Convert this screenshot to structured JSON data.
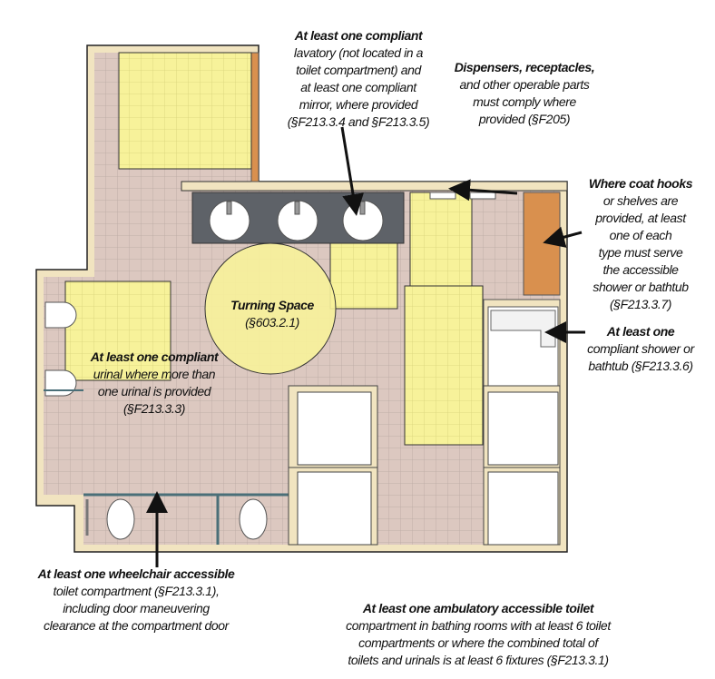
{
  "colors": {
    "wall": "#f1e4c0",
    "floor": "#dcc8c0",
    "clear_floor": "#f7f29a",
    "granite": "#5e6268",
    "wood": "#d9904e"
  },
  "labels": {
    "lavatory": {
      "title": "At least one compliant",
      "lines": [
        "lavatory (not located in a",
        "toilet compartment) and",
        "at least one compliant",
        "mirror, where provided",
        "(§F213.3.4 and §F213.3.5)"
      ]
    },
    "dispensers": {
      "title": "Dispensers, receptacles,",
      "lines": [
        "and other operable parts",
        "must comply where",
        "provided (§F205)"
      ]
    },
    "coat_hooks": {
      "title": "Where coat hooks",
      "lines": [
        "or shelves are",
        "provided, at least",
        "one of each",
        "type must serve",
        "the accessible",
        "shower or bathtub",
        "(§F213.3.7)"
      ]
    },
    "shower": {
      "title": "At least one",
      "lines": [
        "compliant shower or",
        "bathtub (§F213.3.6)"
      ]
    },
    "turning": {
      "title": "Turning Space",
      "lines": [
        "(§603.2.1)"
      ]
    },
    "urinal": {
      "title": "At least one compliant",
      "lines": [
        "urinal where more than",
        "one urinal is provided",
        "(§F213.3.3)"
      ]
    },
    "wheelchair": {
      "title": "At least one wheelchair accessible",
      "lines": [
        "toilet compartment (§F213.3.1),",
        "including door maneuvering",
        "clearance at the compartment door"
      ]
    },
    "ambulatory": {
      "title": "At least one ambulatory accessible toilet",
      "lines": [
        "compartment in bathing rooms with at least 6 toilet",
        "compartments or where the combined total of",
        "toilets and urinals is at least 6 fixtures (§F213.3.1)"
      ]
    }
  }
}
